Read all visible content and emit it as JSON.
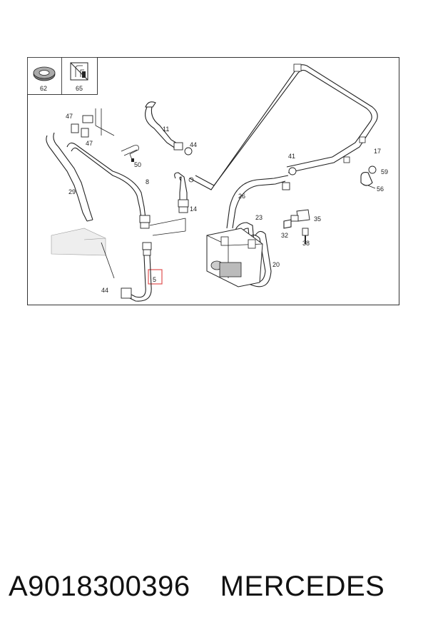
{
  "diagram": {
    "callouts": {
      "c62": "62",
      "c65": "65",
      "c47a": "47",
      "c47b": "47",
      "c11": "11",
      "c44a": "44",
      "c50": "50",
      "c8": "8",
      "c29": "29",
      "c14": "14",
      "c41": "41",
      "c17": "17",
      "c59": "59",
      "c56": "56",
      "c26": "26",
      "c23": "23",
      "c35": "35",
      "c32": "32",
      "c38": "38",
      "c20": "20",
      "c5": "5",
      "c44b": "44"
    },
    "highlight_color": "#e05050"
  },
  "caption": {
    "part_number": "A9018300396",
    "brand": "MERCEDES"
  }
}
